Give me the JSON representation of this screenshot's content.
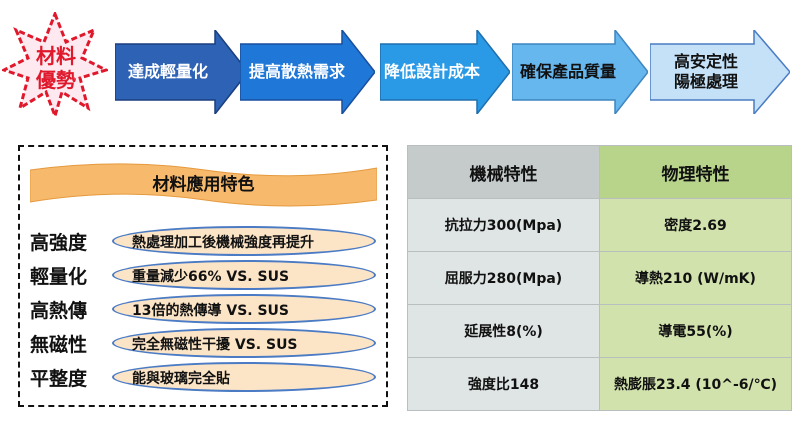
{
  "badge": {
    "line1": "材料",
    "line2": "優勢"
  },
  "flow_steps": [
    {
      "label": "達成輕量化",
      "fill": "#2e62b4",
      "text_color": "#ffffff"
    },
    {
      "label": "提高散熱需求",
      "fill": "#1f78d8",
      "text_color": "#ffffff"
    },
    {
      "label": "降低設計成本",
      "fill": "#2a9ae6",
      "text_color": "#ffffff"
    },
    {
      "label": "確保產品質量",
      "fill": "#67b7ef",
      "text_color": "#111111"
    },
    {
      "label_line1": "高安定性",
      "label_line2": "陽極處理",
      "fill": "#c4e1f7",
      "text_color": "#111111"
    }
  ],
  "features": {
    "title": "材料應用特色",
    "items": [
      {
        "name": "高強度",
        "desc": "熱處理加工後機械強度再提升"
      },
      {
        "name": "輕量化",
        "desc": "重量減少66% VS. SUS"
      },
      {
        "name": "高熱傳",
        "desc": "13倍的熱傳導 VS. SUS"
      },
      {
        "name": "無磁性",
        "desc": "完全無磁性干擾 VS. SUS"
      },
      {
        "name": "平整度",
        "desc": "能與玻璃完全貼"
      }
    ]
  },
  "specs": {
    "headers": [
      "機械特性",
      "物理特性"
    ],
    "rows": [
      [
        "抗拉力300(Mpa)",
        "密度2.69"
      ],
      [
        "屈服力280(Mpa)",
        "導熱210 (W/mK)"
      ],
      [
        "延展性8(%)",
        "導電55(%)"
      ],
      [
        "強度比148",
        "熱膨脹23.4 (10^-6/℃)"
      ]
    ]
  },
  "colors": {
    "badge_red": "#e0182c",
    "banner_orange": "#f7b96c",
    "pill_fill": "#fce4c6",
    "pill_border": "#4a7bc4"
  }
}
